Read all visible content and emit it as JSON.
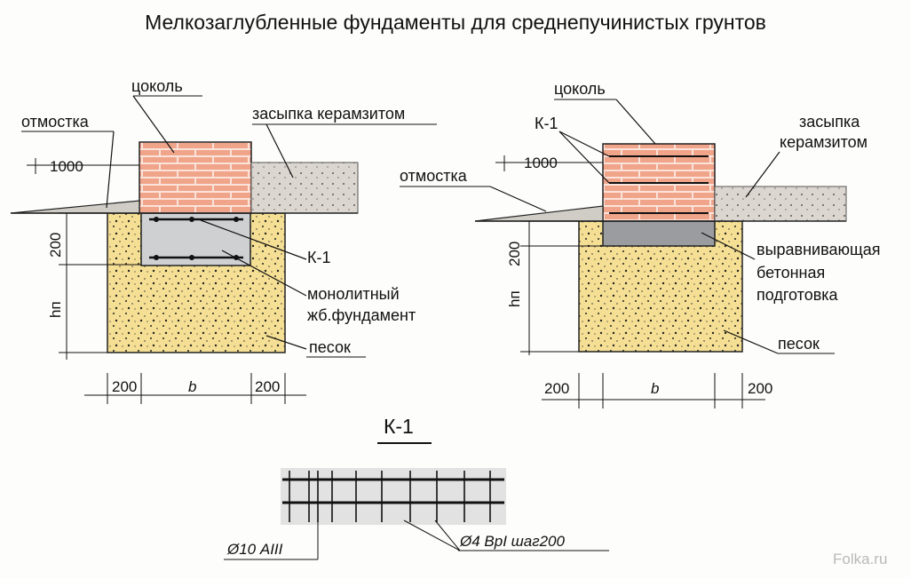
{
  "title": "Мелкозаглубленные фундаменты для среднепучинистых грунтов",
  "watermark": "Folka.ru",
  "left": {
    "labels": {
      "tsokol": "цоколь",
      "otmostka": "отмостка",
      "zasypka": "засыпка керамзитом",
      "k1": "К-1",
      "monolit_1": "монолитный",
      "monolit_2": "жб.фундамент",
      "pesok": "песок"
    },
    "dims": {
      "d1000": "1000",
      "d200v": "200",
      "hp": "hп",
      "d200a": "200",
      "b": "b",
      "d200b": "200"
    }
  },
  "right": {
    "labels": {
      "tsokol": "цоколь",
      "k1": "К-1",
      "otmostka": "отмостка",
      "zasypka_1": "засыпка",
      "zasypka_2": "керамзитом",
      "vyr_1": "выравнивающая",
      "vyr_2": "бетонная",
      "vyr_3": "подготовка",
      "pesok": "песок"
    },
    "dims": {
      "d1000": "1000",
      "d200v": "200",
      "hp": "hп",
      "d200a": "200",
      "b": "b",
      "d200b": "200"
    }
  },
  "detail": {
    "title": "К-1",
    "bar_main": "Ø10 АIII",
    "bar_secondary": "Ø4 ВрI шаг200"
  },
  "colors": {
    "brick": "#f0a48a",
    "mortar": "#fbe3da",
    "sand": "#f5df94",
    "expanded_clay": "#dcd6d0",
    "concrete": "#cfd0d2",
    "prep_concrete": "#9a9ca0",
    "mesh_bg": "#e2e2e2"
  }
}
